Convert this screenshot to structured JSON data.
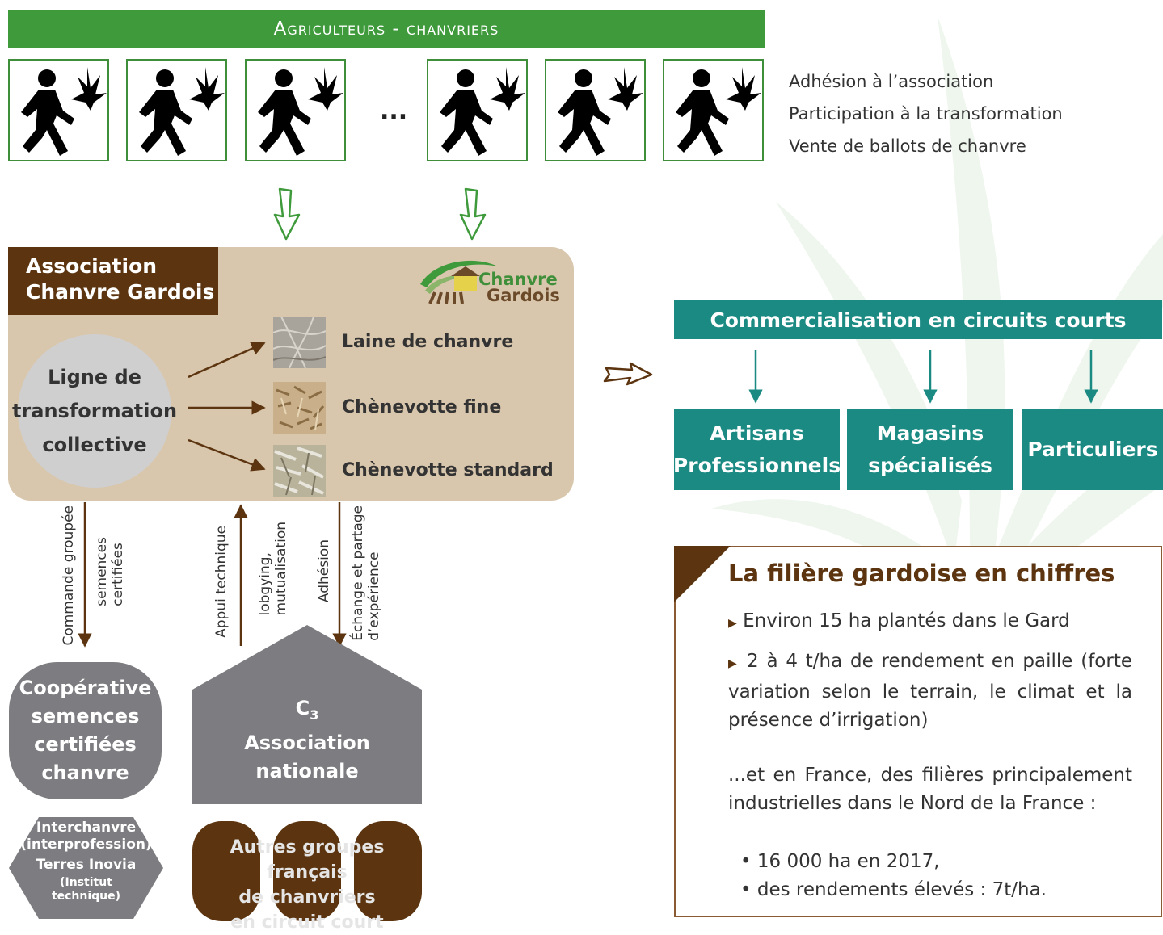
{
  "header": {
    "title": "Agriculteurs - chanvriers",
    "ellipsis": "..."
  },
  "farmer_actions": [
    "Adhésion à l’association",
    "Participation à la transformation",
    "Vente de ballots de chanvre"
  ],
  "association": {
    "title_line1": "Association",
    "title_line2": "Chanvre Gardois",
    "logo_line1": "Chanvre",
    "logo_line2": "Gardois",
    "circle_lines": [
      "Ligne de",
      "transformation",
      "collective"
    ],
    "products": [
      "Laine de chanvre",
      "Chènevotte fine",
      "Chènevotte standard"
    ]
  },
  "commercial": {
    "title": "Commercialisation en circuits courts",
    "targets": [
      [
        "Artisans",
        "Professionnels"
      ],
      [
        "Magasins",
        "spécialisés"
      ],
      [
        "Particuliers"
      ]
    ]
  },
  "links": {
    "commande": "Commande groupée",
    "semences": [
      "semences",
      "certifiées"
    ],
    "appui": "Appui technique",
    "lobbying": [
      "lobgying,",
      "mutualisation"
    ],
    "adhesion": "Adhésion",
    "echange": [
      "Échange et partage",
      "d’expérience"
    ]
  },
  "coop": {
    "lines": [
      "Coopérative",
      "semences",
      "certifiées",
      "chanvre"
    ]
  },
  "c3": {
    "code": "C",
    "code_sub": "3",
    "lines": [
      "Association",
      "nationale"
    ]
  },
  "interchanvre": {
    "line1": "Interchanvre",
    "line2": "(interprofession)",
    "line3": "Terres Inovia",
    "line4": "(Institut",
    "line5": "technique)"
  },
  "autres": {
    "lines": [
      "Autres groupes français",
      "de chanvriers",
      "en circuit court"
    ]
  },
  "stats": {
    "title": "La filière gardoise en chiffres",
    "items": [
      "Environ 15 ha plantés dans le Gard",
      "2 à 4 t/ha de rendement en paille (forte variation selon le terrain, le climat et la présence d’irrigation)"
    ],
    "france_intro": "...et en France, des filières principalement industrielles dans le Nord de la France :",
    "france_items": [
      "16 000 ha en 2017,",
      "des rendements élevés : 7t/ha."
    ]
  },
  "colors": {
    "green": "#3f9a3c",
    "brown": "#5c3510",
    "tan": "#d9c7ad",
    "teal": "#1a8a83",
    "gray": "#7d7d81"
  }
}
